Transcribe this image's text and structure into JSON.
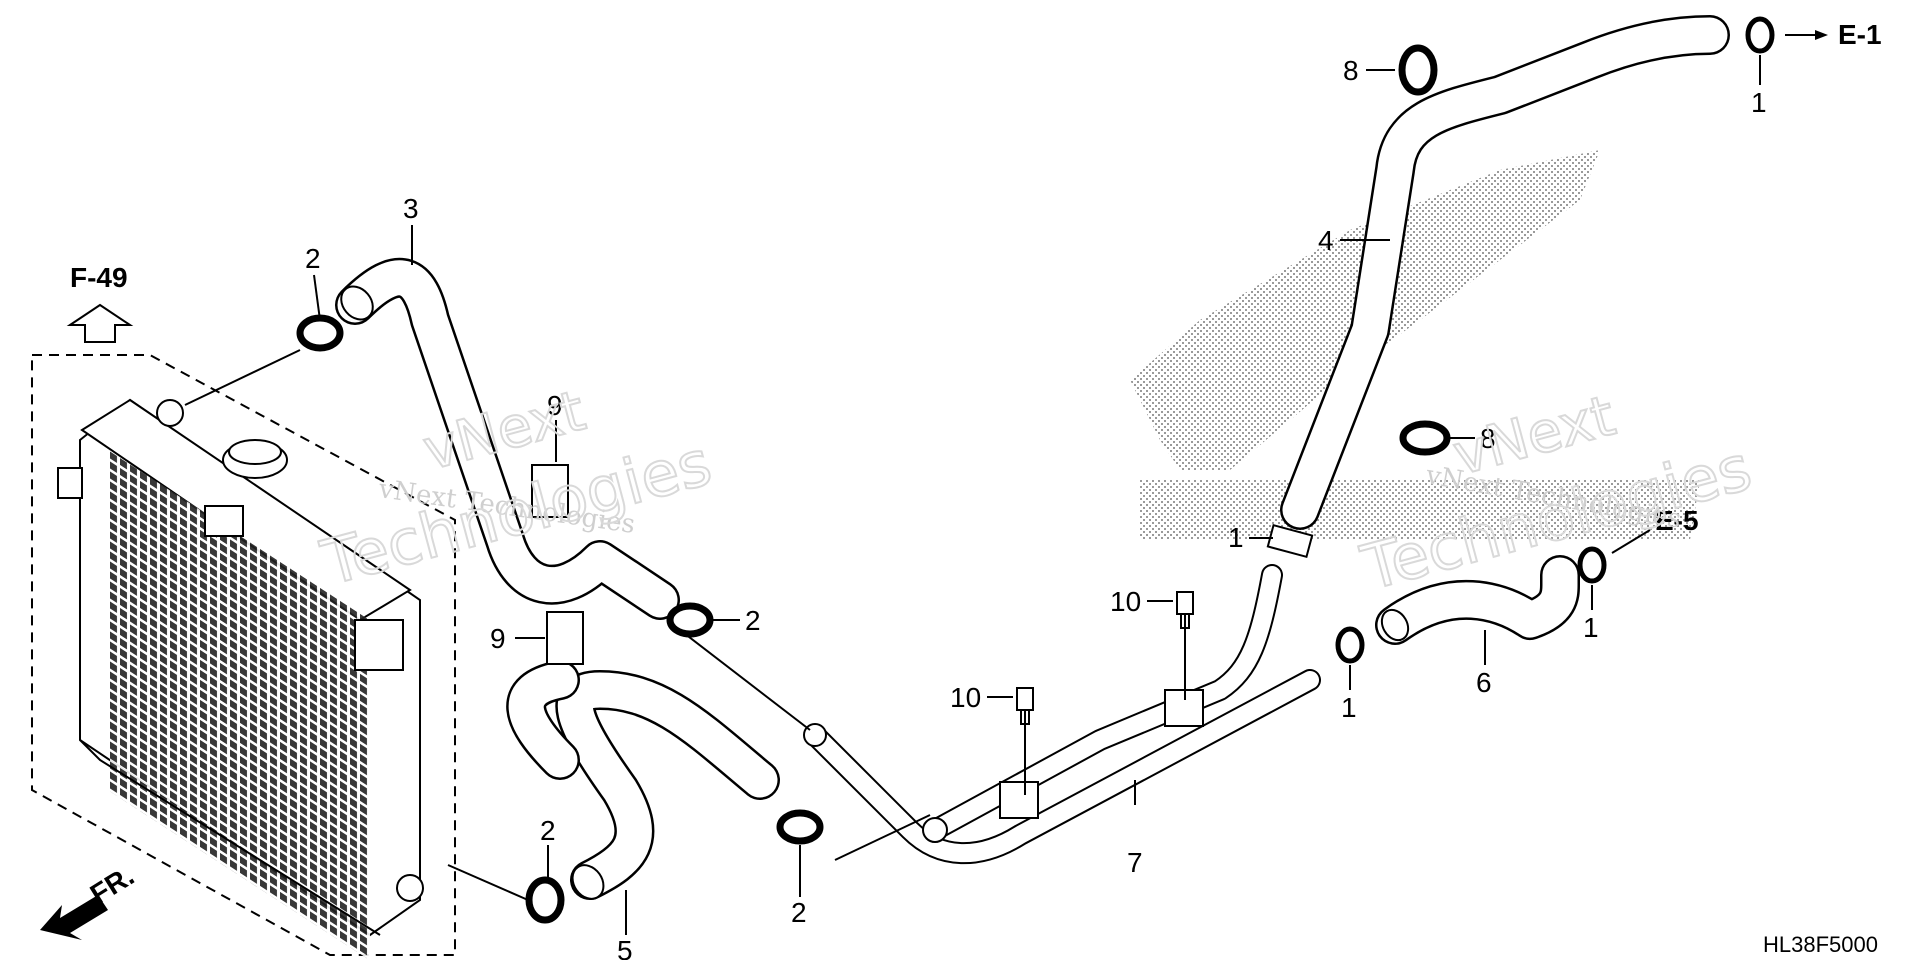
{
  "diagram": {
    "drawing_code": "HL38F5000",
    "references": {
      "top_left": "F-49",
      "top_right": "E-1",
      "right": "E-5",
      "direction": "FR."
    },
    "callouts": [
      {
        "id": "c2a",
        "num": "2"
      },
      {
        "id": "c3",
        "num": "3"
      },
      {
        "id": "c9a",
        "num": "9"
      },
      {
        "id": "c9b",
        "num": "9"
      },
      {
        "id": "c2b",
        "num": "2"
      },
      {
        "id": "c2c",
        "num": "2"
      },
      {
        "id": "c5",
        "num": "5"
      },
      {
        "id": "c2d",
        "num": "2"
      },
      {
        "id": "c10a",
        "num": "10"
      },
      {
        "id": "c10b",
        "num": "10"
      },
      {
        "id": "c7",
        "num": "7"
      },
      {
        "id": "c1a",
        "num": "1"
      },
      {
        "id": "c1b",
        "num": "1"
      },
      {
        "id": "c1c",
        "num": "1"
      },
      {
        "id": "c1d",
        "num": "1"
      },
      {
        "id": "c4",
        "num": "4"
      },
      {
        "id": "c8a",
        "num": "8"
      },
      {
        "id": "c8b",
        "num": "8"
      },
      {
        "id": "c6",
        "num": "6"
      }
    ],
    "watermarks": [
      "vNext Technologies",
      "vNext Technologies",
      "vNext",
      "Technologies",
      "vNext",
      "Technologies"
    ]
  }
}
